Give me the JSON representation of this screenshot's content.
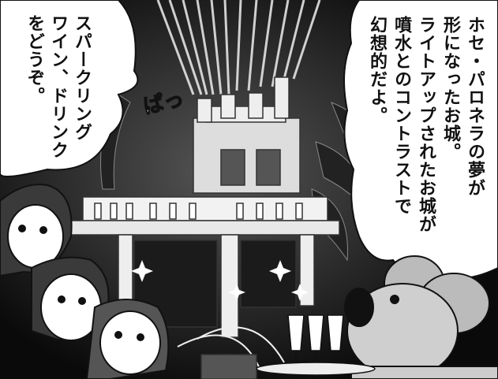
{
  "speech_bubbles": {
    "left": {
      "lines": [
        "スパークリング",
        "ワイン、ドリンク",
        "をどうぞ。"
      ]
    },
    "right": {
      "lines": [
        "ホセ・パロネラの夢が",
        "形になったお城。",
        "ライトアップされたお城が",
        "噴水とのコントラストで",
        "幻想的だよ。"
      ]
    }
  },
  "sound_effect": "ぱっ"
}
